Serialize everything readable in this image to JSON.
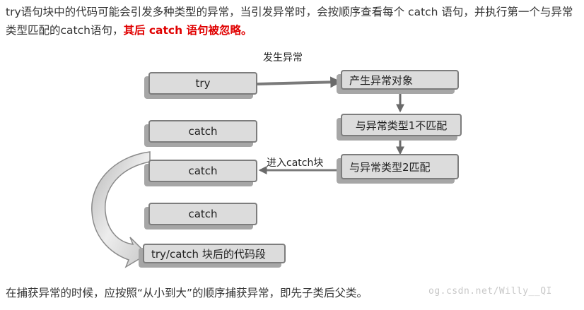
{
  "intro": {
    "text": "try语句块中的代码可能会引发多种类型的异常，当引发异常时，会按顺序查看每个 catch 语句，并执行第一个与异常类型匹配的catch语句，",
    "emphasis": "其后 catch 语句被忽略。"
  },
  "diagram": {
    "exception_caption": "发生异常",
    "enter_catch_caption": "进入catch块",
    "left_column": {
      "try_label": "try",
      "catch_labels": [
        "catch",
        "catch",
        "catch"
      ],
      "after_label": "try/catch 块后的代码段"
    },
    "right_column": {
      "create_object_label": "产生异常对象",
      "mismatch_label": "与异常类型1不匹配",
      "match_label": "与异常类型2匹配"
    }
  },
  "conclusion": "在捕获异常的时候，应按照“从小到大”的顺序捕获异常，即先子类后父类。",
  "watermark": "og.csdn.net/Willy__QI",
  "colors": {
    "emphasis": "#e00000",
    "box_fill": "#dcdcdc",
    "box_border": "#7d7d7d",
    "box_shadow": "#a6a6a6",
    "arrow": "#7a7a7a"
  }
}
